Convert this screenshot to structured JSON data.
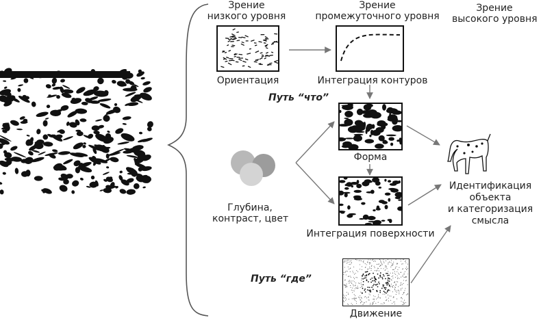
{
  "headers": {
    "low_line1": "Зрение",
    "low_line2": "низкого уровня",
    "mid_line1": "Зрение",
    "mid_line2": "промежуточного уровня",
    "high_line1": "Зрение",
    "high_line2": "высокого уровня"
  },
  "labels": {
    "orientation": "Ориентация",
    "contour_integration": "Интеграция контуров",
    "shape": "Форма",
    "depth_line1": "Глубина,",
    "depth_line2": "контраст, цвет",
    "surface_integration": "Интеграция поверхности",
    "motion": "Движение",
    "recog_line1": "Идентификация",
    "recog_line2": "объекта",
    "recog_line3": "и категоризация",
    "recog_line4": "смысла"
  },
  "pathways": {
    "what": "Путь “что”",
    "where": "Путь “где”"
  },
  "colors": {
    "ink": "#111111",
    "arrow": "#777777",
    "circle_light": "#dedede",
    "circle_mid": "#bcbcbc",
    "circle_dark": "#9a9a9a"
  }
}
